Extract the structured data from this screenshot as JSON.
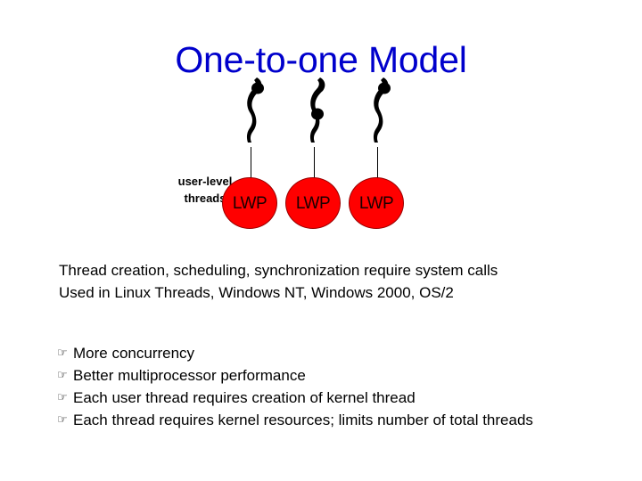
{
  "slide": {
    "title": "One-to-one Model",
    "background_color": "#ffffff",
    "title_color": "#0000cc"
  },
  "diagram": {
    "label": {
      "line1": "user-level",
      "line2": "threads"
    },
    "node_color": "#ff0000",
    "node_text_color": "#000000",
    "columns": [
      {
        "lwp_label": "LWP",
        "thread_icon": "squiggle-thread-icon",
        "blob_position": "top"
      },
      {
        "lwp_label": "LWP",
        "thread_icon": "squiggle-thread-icon",
        "blob_position": "middle"
      },
      {
        "lwp_label": "LWP",
        "thread_icon": "squiggle-thread-icon",
        "blob_position": "top"
      }
    ]
  },
  "body": {
    "lines": [
      "Thread creation, scheduling, synchronization require system calls",
      "Used in Linux Threads, Windows NT, Windows 2000, OS/2"
    ]
  },
  "bullets": {
    "glyph": "☞",
    "items": [
      "More concurrency",
      "Better multiprocessor performance",
      "Each user thread requires creation of kernel thread",
      "Each thread requires kernel resources; limits number of total threads"
    ]
  }
}
